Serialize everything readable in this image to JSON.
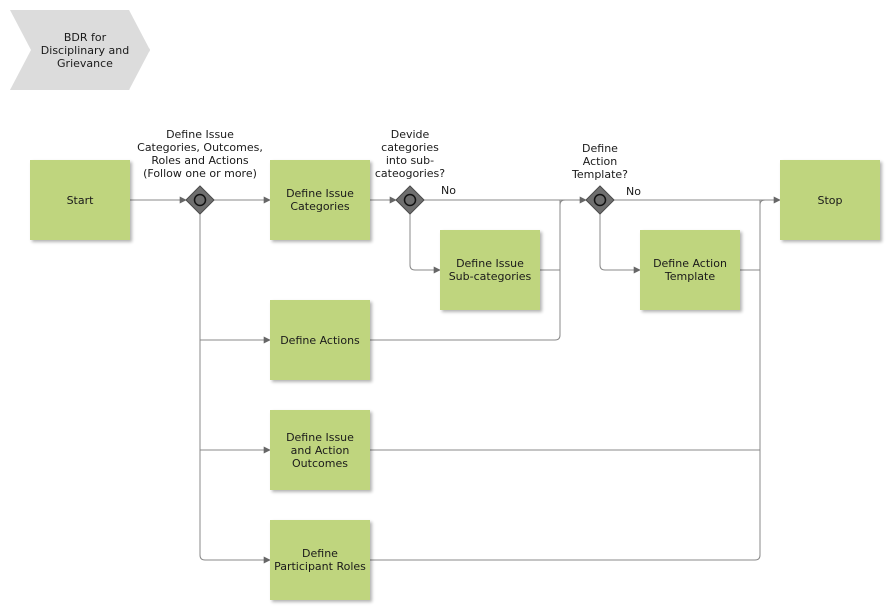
{
  "event": {
    "label": "BDR for\nDisciplinary and\nGrievance"
  },
  "nodes": {
    "start": "Start",
    "define_issue_categories": "Define Issue\nCategories",
    "define_issue_subcategories": "Define Issue\nSub-categories",
    "define_action_template": "Define Action\nTemplate",
    "stop": "Stop",
    "define_actions": "Define Actions",
    "define_outcomes": "Define Issue\nand Action\nOutcomes",
    "define_roles": "Define\nParticipant Roles"
  },
  "gateways": {
    "gw1": "Define Issue\nCategories, Outcomes,\nRoles and Actions\n(Follow one or more)",
    "gw2": "Devide\ncategories\ninto sub-\ncateogories?",
    "gw3": "Define\nAction\nTemplate?"
  },
  "edges": {
    "gw2_no": "No",
    "gw3_no": "No"
  }
}
